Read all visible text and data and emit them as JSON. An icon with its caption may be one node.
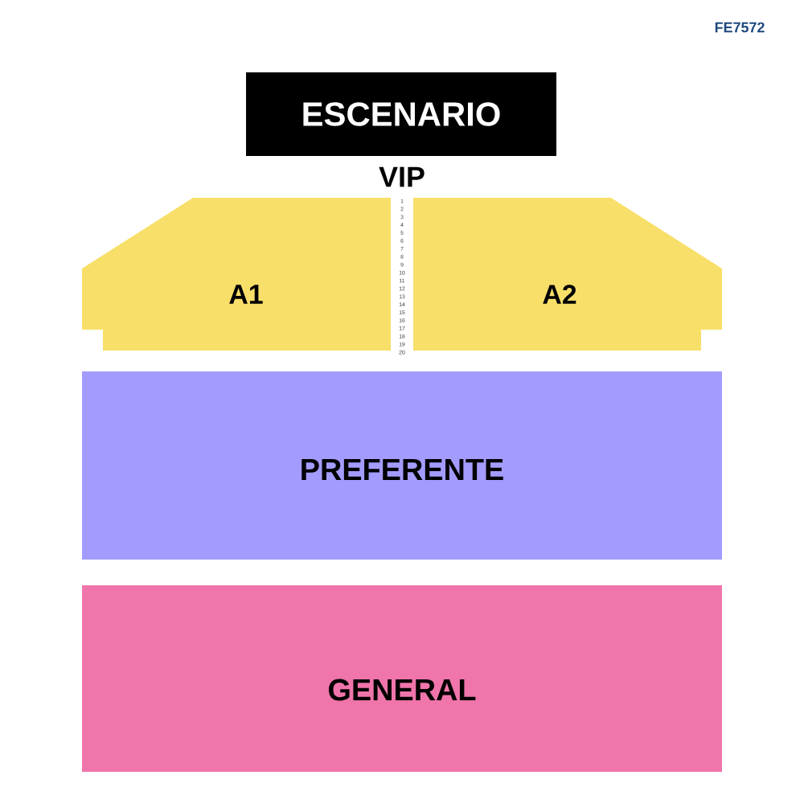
{
  "diagram": {
    "nodes": [
      {
        "text": [
          "ESCENARIO"
        ]
      },
      {
        "text": [
          "A1"
        ]
      },
      {
        "text": [
          "A2"
        ]
      },
      {
        "text": [
          "PREFERENTE"
        ]
      },
      {
        "text": [
          "GENERAL"
        ]
      }
    ],
    "labels": [
      "FE7572",
      "VIP",
      "1",
      "2",
      "3",
      "4",
      "5",
      "6",
      "7",
      "8",
      "9",
      "10",
      "11",
      "12",
      "13",
      "14",
      "15",
      "16",
      "17",
      "18",
      "19",
      "20"
    ]
  }
}
